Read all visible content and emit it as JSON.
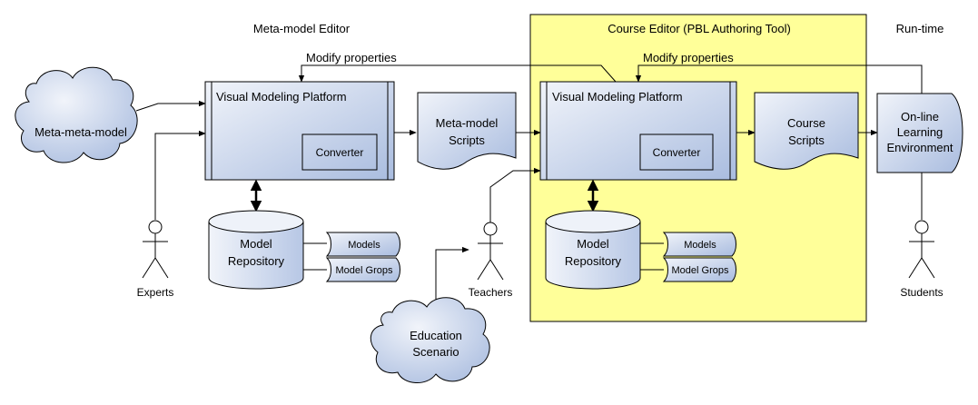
{
  "sections": {
    "meta_editor": "Meta-model Editor",
    "course_editor": "Course Editor (PBL Authoring Tool)",
    "runtime": "Run-time"
  },
  "nodes": {
    "meta_meta_model": "Meta-meta-model",
    "vmp_left": "Visual Modeling Platform",
    "converter_left": "Converter",
    "meta_scripts": [
      "Meta-model",
      "Scripts"
    ],
    "vmp_right": "Visual Modeling Platform",
    "converter_right": "Converter",
    "course_scripts": [
      "Course",
      "Scripts"
    ],
    "online_env": [
      "On-line",
      "Learning",
      "Environment"
    ],
    "repo_left": [
      "Model",
      "Repository"
    ],
    "repo_right": [
      "Model",
      "Repository"
    ],
    "models_left": "Models",
    "groups_left": "Model Grops",
    "models_right": "Models",
    "groups_right": "Model Grops",
    "education_scenario": [
      "Education",
      "Scenario"
    ]
  },
  "actors": {
    "experts": "Experts",
    "teachers": "Teachers",
    "students": "Students"
  },
  "edge_labels": {
    "modify_left": "Modify properties",
    "modify_right": "Modify properties"
  },
  "colors": {
    "course_editor_bg": "#ffff99",
    "node_fill_light": "#dde4f2",
    "node_fill_dark": "#a9bcdf",
    "stroke": "#000000"
  }
}
